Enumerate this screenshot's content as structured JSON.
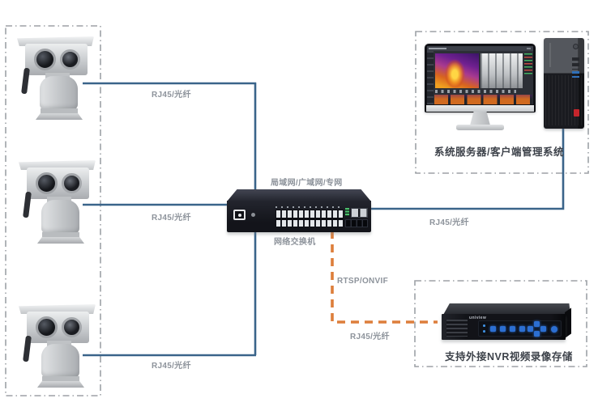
{
  "diagram": {
    "type": "network-topology",
    "labels": {
      "link_camera1": "RJ45/光纤",
      "link_camera2": "RJ45/光纤",
      "link_camera3": "RJ45/光纤",
      "network_zone": "局域网/广域网/专网",
      "switch_name": "网络交换机",
      "protocol_nvr": "RTSP/ONVIF",
      "link_nvr": "RJ45/光纤",
      "link_server": "RJ45/光纤",
      "caption_server": "系统服务器/客户端管理系统",
      "caption_nvr": "支持外接NVR视频录像存储",
      "nvr_brand": "uniview"
    },
    "colors": {
      "link_blue": "#3A648A",
      "link_orange": "#DD7E3B",
      "dashed_border": "#9DA1A6",
      "label_gray": "#8D939B",
      "caption_dark": "#3D424A"
    }
  }
}
